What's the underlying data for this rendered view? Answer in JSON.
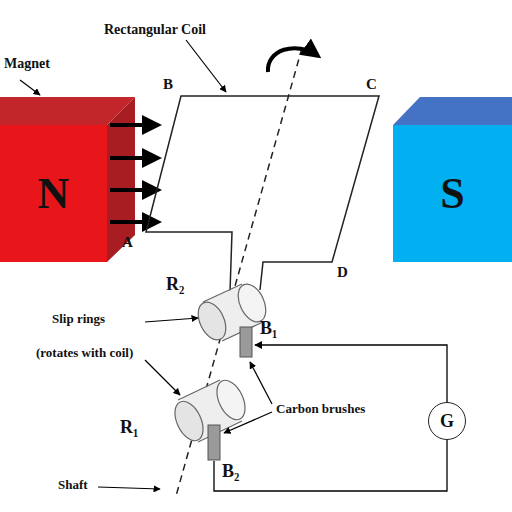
{
  "diagram": {
    "nodes": [
      {
        "text": [
          "N"
        ]
      },
      {
        "text": [
          "S"
        ]
      },
      {
        "text": [
          "G"
        ]
      }
    ],
    "labels": [
      "Magnet",
      "Rectangular Coil",
      "B",
      "C",
      "A",
      "D",
      "R₂",
      "Slip rings",
      "(rotates with coil)",
      "B₁",
      "Carbon brushes",
      "R₁",
      "B₂",
      "Shaft"
    ]
  }
}
